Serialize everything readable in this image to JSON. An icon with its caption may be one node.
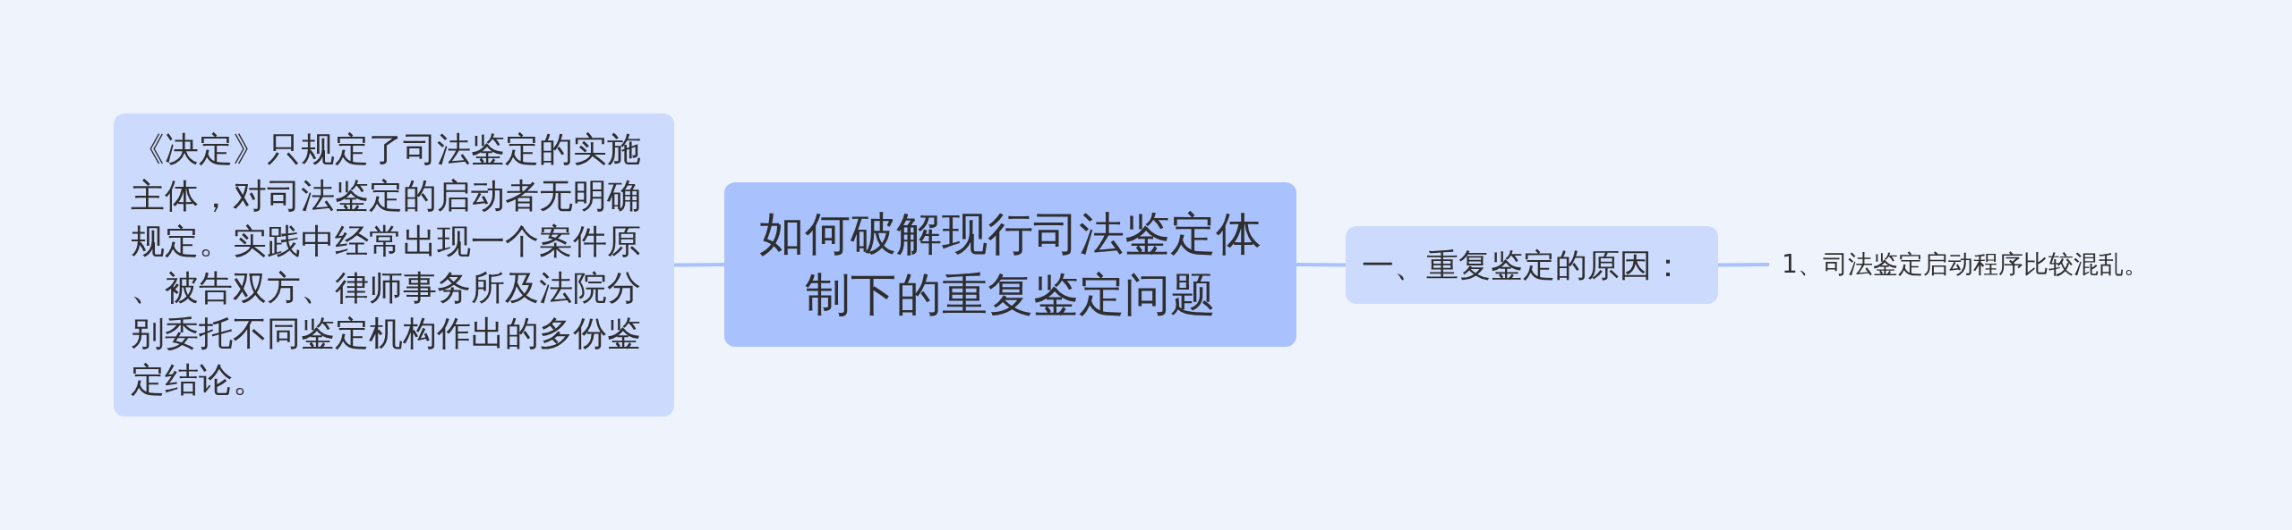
{
  "diagram": {
    "nodes": [
      {
        "text": [
          "如何破解现行司法鉴定体制下的重复鉴定问题"
        ]
      },
      {
        "text": [
          "《决定》只规定了司法鉴定的实施主体，对司法鉴定的启动者无明确规定。实践中经常出现一个案件原、被告双方、律师事务所及法院分别委托不同鉴定机构作出的多份鉴定结论。"
        ]
      },
      {
        "text": [
          "一、重复鉴定的原因："
        ]
      },
      {
        "text": [
          "1、司法鉴定启动程序比较混乱。"
        ]
      }
    ],
    "edges": [
      {
        "from": 0,
        "to": 1,
        "arrow": "none"
      },
      {
        "from": 0,
        "to": 2,
        "arrow": "none"
      },
      {
        "from": 2,
        "to": 3,
        "arrow": "none"
      }
    ]
  }
}
